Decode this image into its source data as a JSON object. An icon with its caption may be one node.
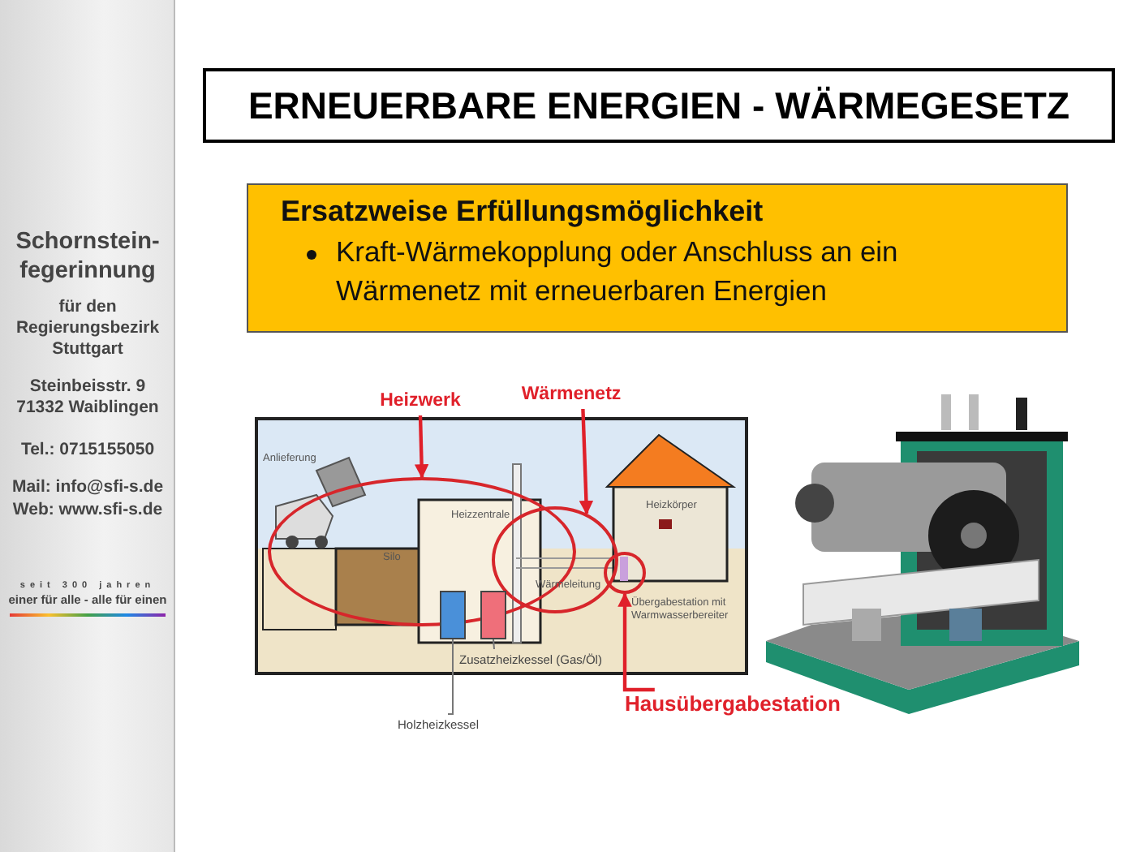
{
  "diagram": {
    "title": "ERNEUERBARE ENERGIEN - WÄRMEGESETZ",
    "nodes": [
      {
        "text": [
          "Ersatzweise Erfüllungsmöglichkeit",
          "Kraft-Wärmekopplung oder Anschluss an ein Wärmenetz mit erneuerbaren Energien"
        ]
      },
      {
        "text": [
          "Heizwerk"
        ]
      },
      {
        "text": [
          "Wärmenetz"
        ]
      },
      {
        "text": [
          "Hausübergabestation"
        ]
      },
      {
        "text": [],
        "shape": "circle"
      },
      {
        "text": [],
        "shape": "circle"
      },
      {
        "text": [],
        "shape": "circle"
      },
      {
        "text": [],
        "shape": "box"
      },
      {
        "text": [],
        "shape": "box"
      },
      {
        "text": [
          "Zusatzheizkessel (Gas/Öl)"
        ]
      },
      {
        "text": [
          "Holzheizkessel"
        ]
      }
    ],
    "edges": [
      {
        "from": 1,
        "to": 4,
        "arrow": "to"
      },
      {
        "from": 2,
        "to": 5,
        "arrow": "to"
      },
      {
        "from": 3,
        "to": 6,
        "arrow": "to"
      },
      {
        "from": 9,
        "to": 8,
        "arrow": "none",
        "color": "#777777"
      },
      {
        "from": 10,
        "to": 7,
        "arrow": "none",
        "color": "#777777"
      }
    ],
    "labels": [
      "Schornstein- fegerinnung",
      "für den Regierungsbezirk Stuttgart",
      "Steinbeisstr. 9 71332 Waiblingen",
      "Tel.: 0715155050",
      "Mail: info@sfi-s.de",
      "Web: www.sfi-s.de",
      "seit 300 jahren",
      "einer für alle - alle für einen",
      "Anlieferung",
      "Silo",
      "Heizzentrale",
      "Heizkörper",
      "Wärmeleitung",
      "Übergabestation mit Warmwasserbereiter"
    ]
  }
}
